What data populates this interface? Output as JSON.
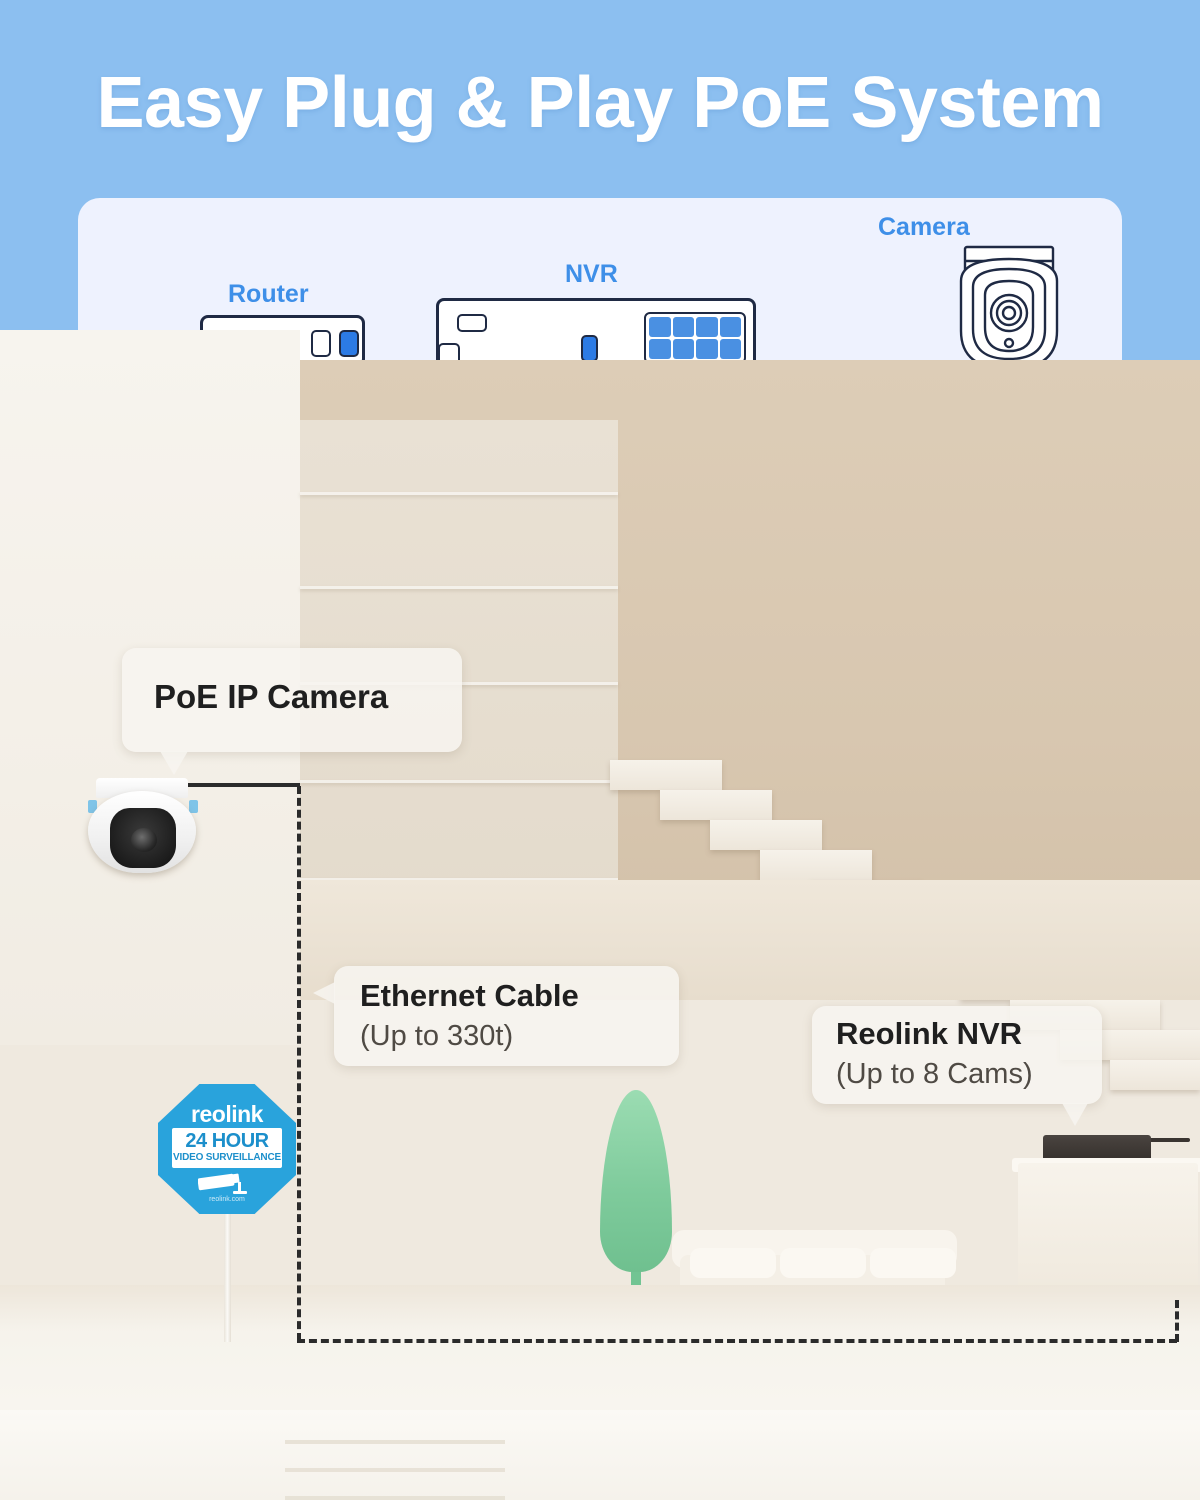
{
  "header": {
    "title": "Easy Plug & Play PoE System",
    "background_color": "#8CBFF0",
    "title_color": "#FFFFFF"
  },
  "diagram": {
    "panel_background": "#EEF2FE",
    "label_color": "#3E8FE8",
    "cable_color": "#4A9BE0",
    "ground_line_color": "#1F2A44",
    "devices": [
      {
        "id": "router",
        "label": "Router",
        "ports_total": 3,
        "active_port_index": 2
      },
      {
        "id": "nvr",
        "label": "NVR",
        "poe_ports": 8,
        "lan_ports": 1
      },
      {
        "id": "camera",
        "label": "Camera",
        "style": "turret-dome"
      }
    ],
    "connections": [
      {
        "from": "router",
        "to": "nvr"
      },
      {
        "from": "nvr",
        "to": "camera"
      }
    ]
  },
  "scene": {
    "callouts": [
      {
        "id": "camera",
        "title": "PoE IP Camera",
        "subtitle": ""
      },
      {
        "id": "ethernet",
        "title": "Ethernet Cable",
        "subtitle": "(Up to 330t)"
      },
      {
        "id": "nvr",
        "title": "Reolink NVR",
        "subtitle": "(Up to 8 Cams)"
      }
    ],
    "yard_sign": {
      "brand": "reolink",
      "headline": "24 HOUR",
      "subline": "VIDEO SURVEILLANCE",
      "url": "reolink.com",
      "background_color": "#29A3DC",
      "text_color": "#1C8FCB"
    }
  }
}
